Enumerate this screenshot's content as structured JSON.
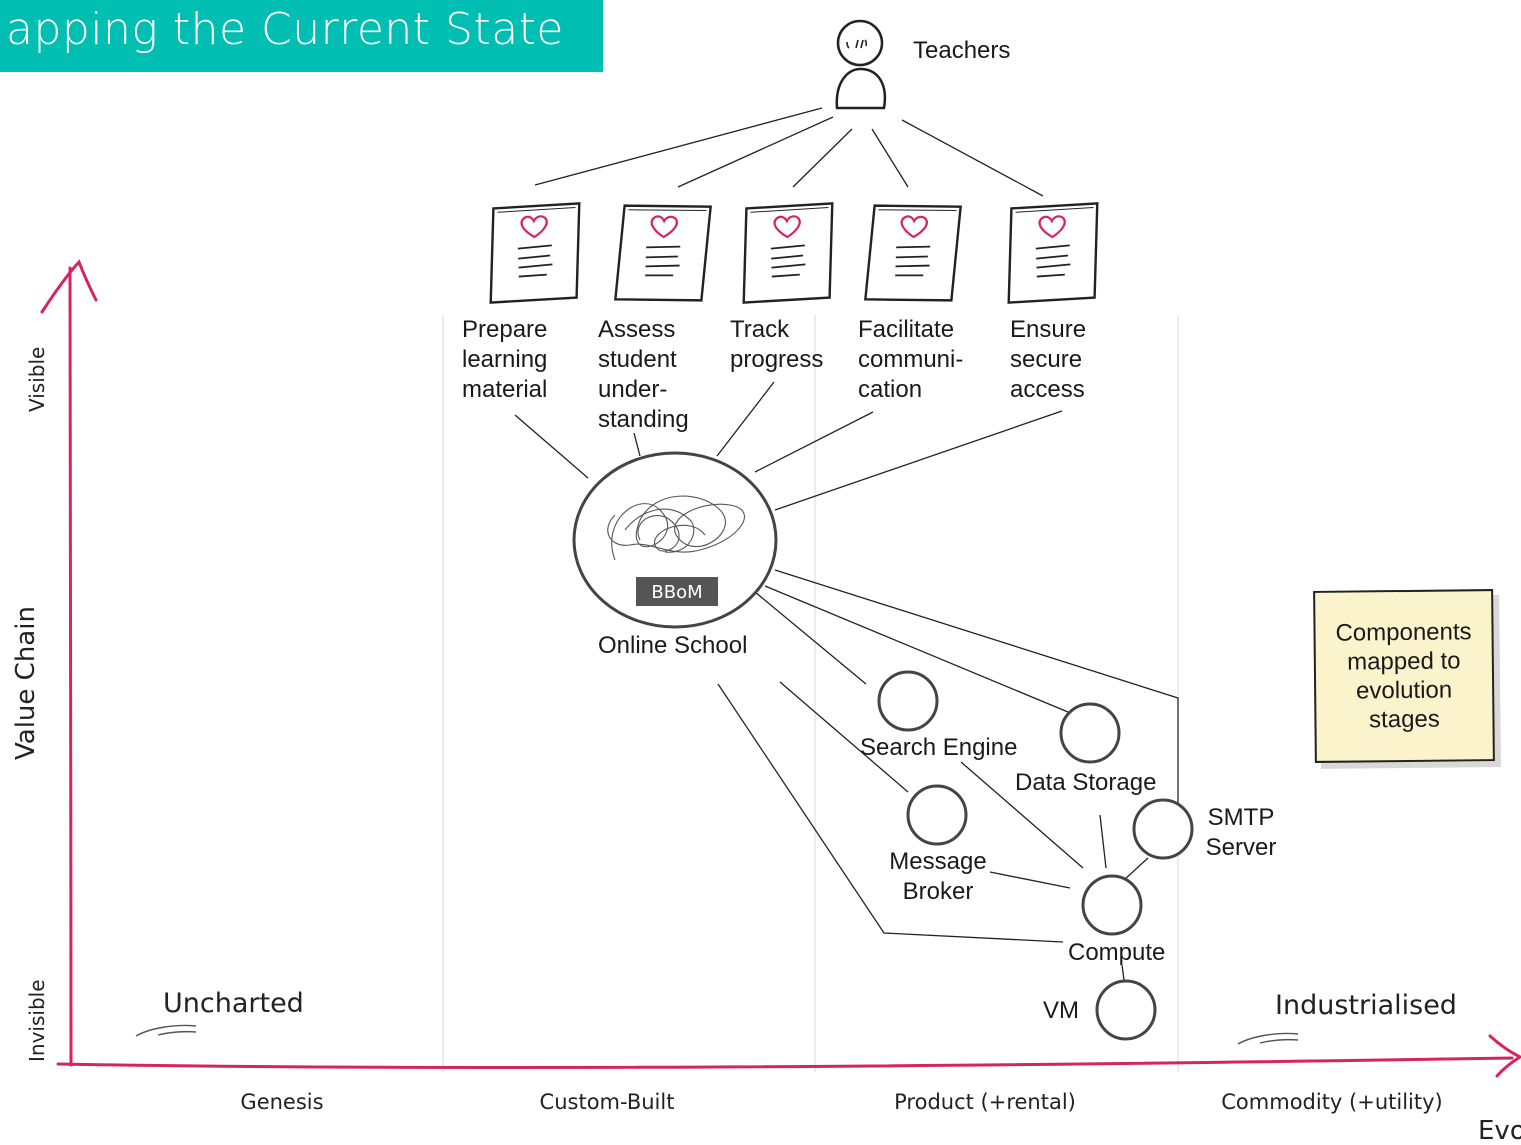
{
  "title": "apping the Current State",
  "user": {
    "label": "Teachers",
    "icon": "person-icon"
  },
  "needs": [
    {
      "id": "need-prepare",
      "lines": [
        "Prepare",
        "learning",
        "material"
      ]
    },
    {
      "id": "need-assess",
      "lines": [
        "Assess",
        "student",
        "under-",
        "standing"
      ]
    },
    {
      "id": "need-track",
      "lines": [
        "Track",
        "progress"
      ]
    },
    {
      "id": "need-facilitate",
      "lines": [
        "Facilitate",
        "communi-",
        "cation"
      ]
    },
    {
      "id": "need-ensure",
      "lines": [
        "Ensure",
        "secure",
        "access"
      ]
    }
  ],
  "need_icon": "document-heart-icon",
  "main_component": {
    "label": "Online School",
    "badge": "BBoM"
  },
  "components": [
    {
      "id": "search",
      "lines": [
        "Search Engine"
      ]
    },
    {
      "id": "storage",
      "lines": [
        "Data Storage"
      ]
    },
    {
      "id": "broker",
      "lines": [
        "Message",
        "Broker"
      ]
    },
    {
      "id": "smtp",
      "lines": [
        "SMTP",
        "Server"
      ]
    },
    {
      "id": "compute",
      "lines": [
        "Compute"
      ]
    },
    {
      "id": "vm",
      "lines": [
        "VM"
      ]
    }
  ],
  "axes": {
    "y_label": "Value Chain",
    "y_top": "Visible",
    "y_bottom": "Invisible",
    "x_stages": [
      "Genesis",
      "Custom-Built",
      "Product (+rental)",
      "Commodity (+utility)"
    ],
    "x_label": "Evo",
    "left_annotation": "Uncharted",
    "right_annotation": "Industrialised"
  },
  "note": "Components mapped to evolution stages",
  "colors": {
    "title_bg": "#00bfb2",
    "axis": "#d6245e",
    "note_bg": "#fbf3cb",
    "badge_bg": "#555555",
    "heart": "#d6245e"
  }
}
